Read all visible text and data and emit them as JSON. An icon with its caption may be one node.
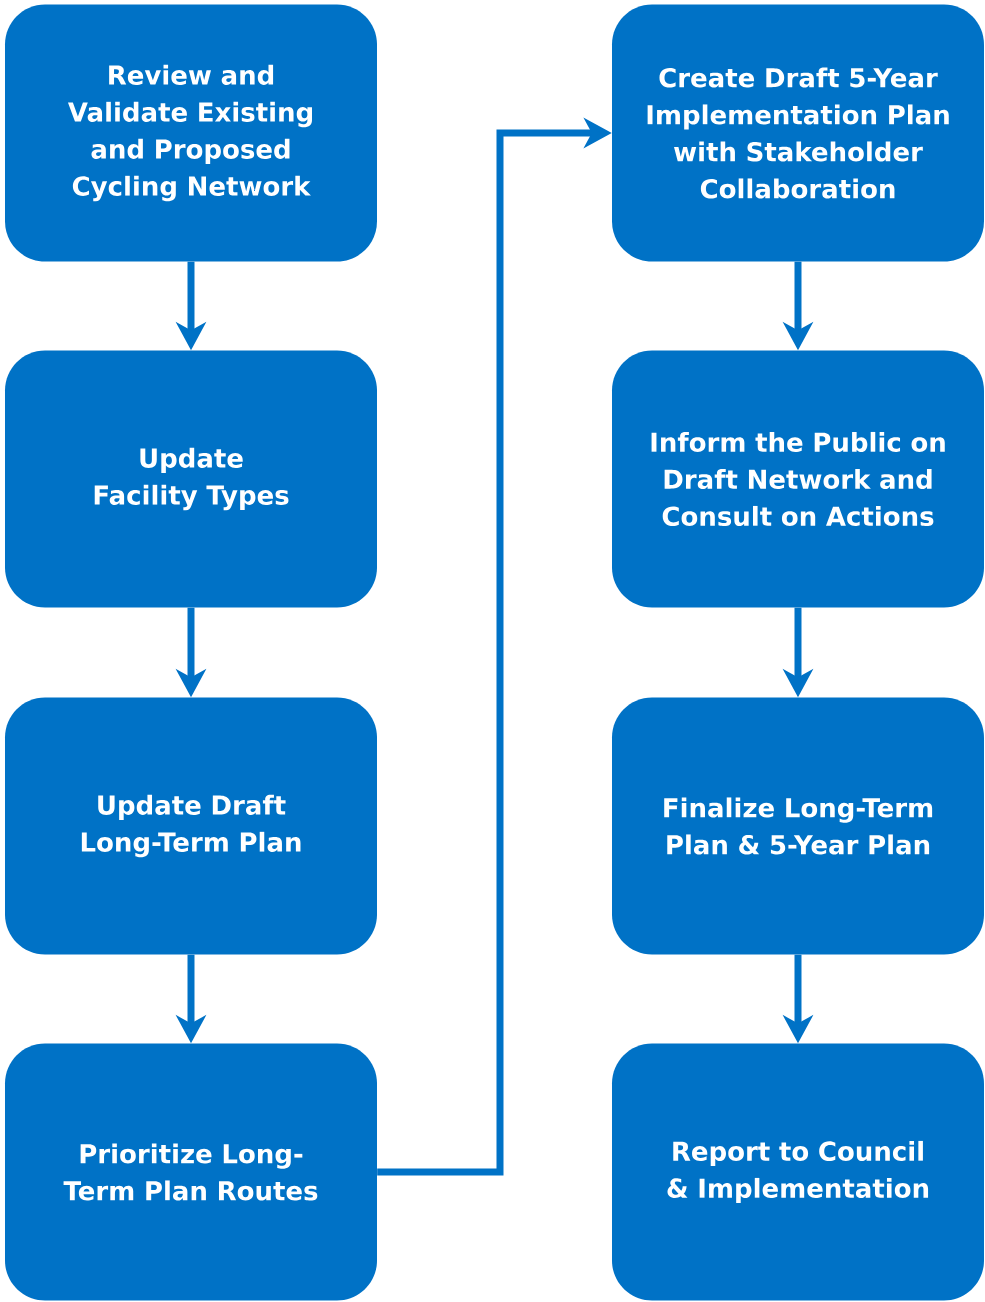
{
  "diagram": {
    "nodes": [
      {
        "text": [
          "Review and Validate Existing and Proposed Cycling Network"
        ]
      },
      {
        "text": [
          "Update Facility Types"
        ]
      },
      {
        "text": [
          "Update Draft Long-Term Plan"
        ]
      },
      {
        "text": [
          "Prioritize Long-Term Plan Routes"
        ]
      },
      {
        "text": [
          "Create Draft 5-Year Implementation Plan with Stakeholder Collaboration"
        ]
      },
      {
        "text": [
          "Inform the Public on Draft Network and Consult on Actions"
        ]
      },
      {
        "text": [
          "Finalize Long-Term Plan & 5-Year Plan"
        ]
      },
      {
        "text": [
          "Report to Council & Implementation"
        ]
      }
    ],
    "edges": [
      {
        "from": 0,
        "to": 1,
        "arrow": "to"
      },
      {
        "from": 1,
        "to": 2,
        "arrow": "to"
      },
      {
        "from": 2,
        "to": 3,
        "arrow": "to"
      },
      {
        "from": 3,
        "to": 4,
        "arrow": "to"
      },
      {
        "from": 4,
        "to": 5,
        "arrow": "to"
      },
      {
        "from": 5,
        "to": 6,
        "arrow": "to"
      },
      {
        "from": 6,
        "to": 7,
        "arrow": "to"
      }
    ]
  }
}
